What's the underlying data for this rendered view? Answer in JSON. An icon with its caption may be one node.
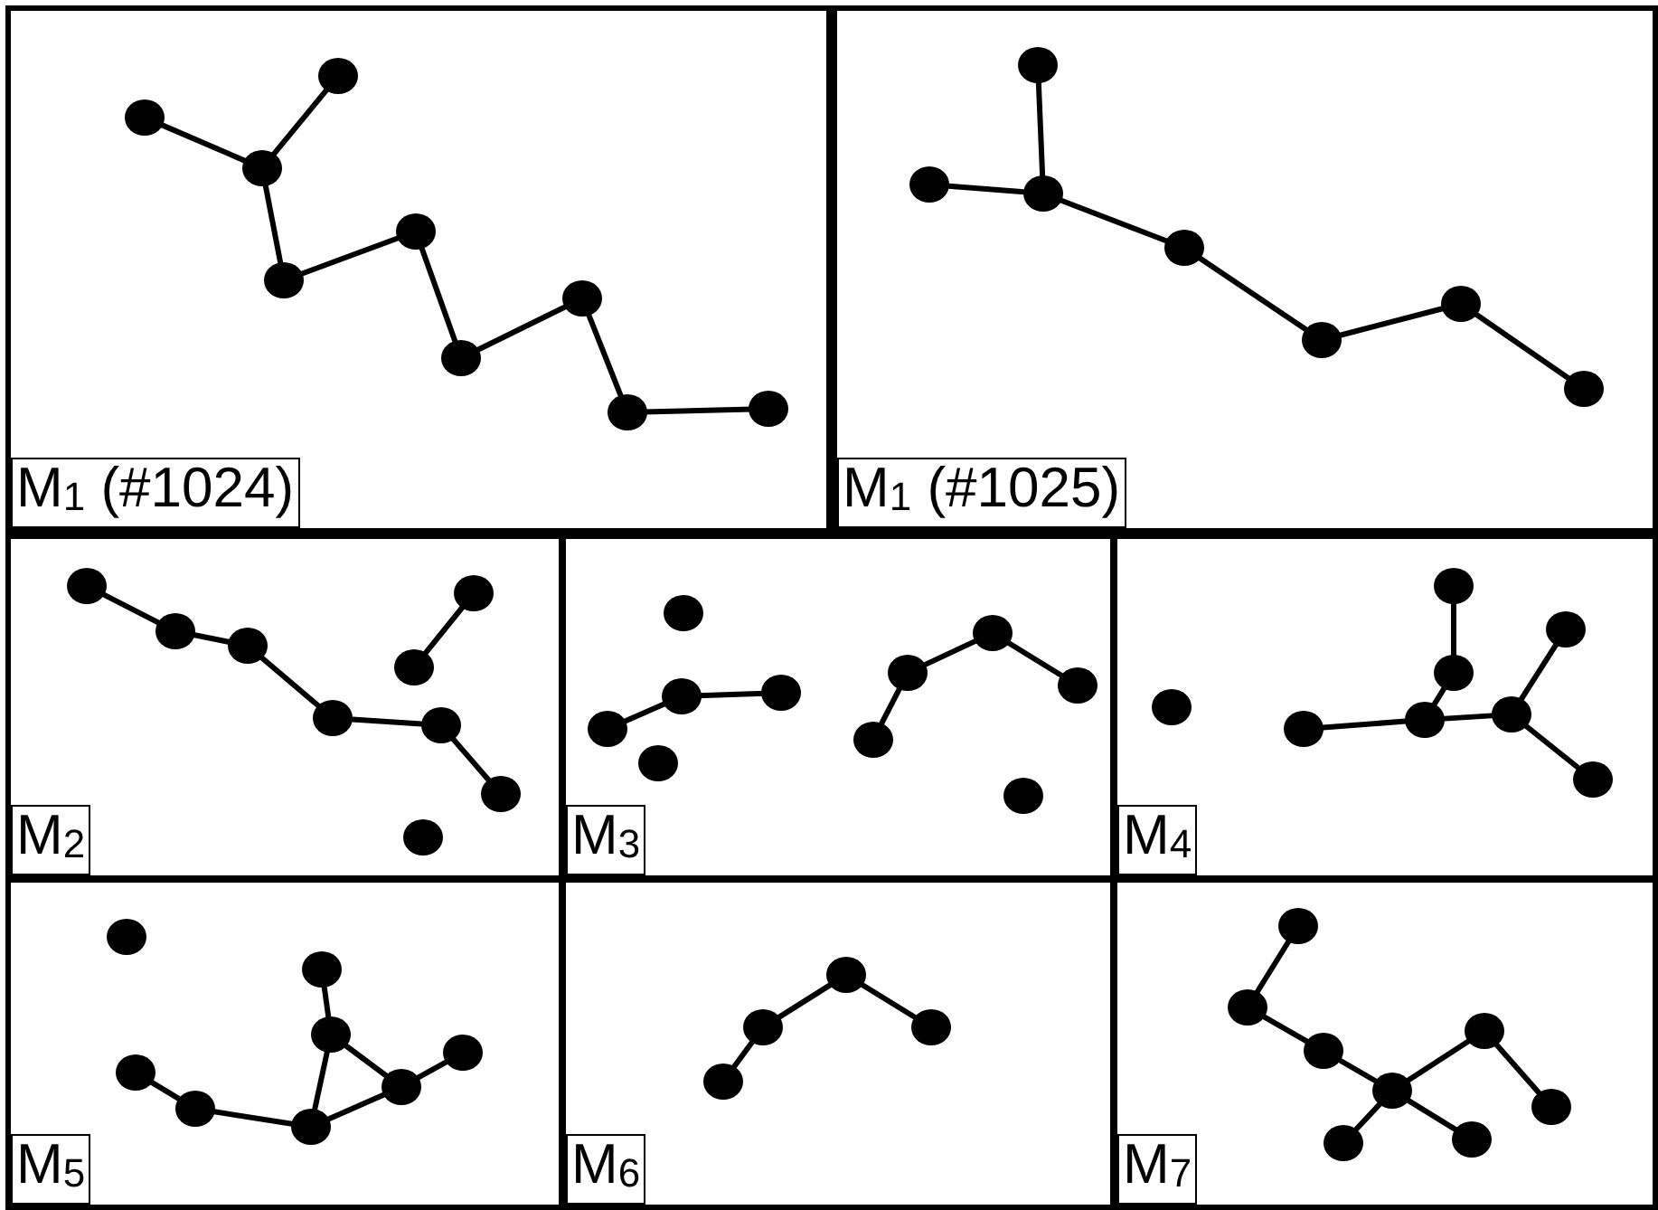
{
  "diagram": {
    "nodes": [
      {
        "text": [
          "M$_{1}$ (#1024)"
        ]
      },
      {
        "text": [],
        "shape": "circle",
        "in": 0
      },
      {
        "text": [],
        "shape": "circle",
        "in": 0
      },
      {
        "text": [],
        "shape": "circle",
        "in": 0
      },
      {
        "text": [],
        "shape": "circle",
        "in": 0
      },
      {
        "text": [],
        "shape": "circle",
        "in": 0
      },
      {
        "text": [],
        "shape": "circle",
        "in": 0
      },
      {
        "text": [],
        "shape": "circle",
        "in": 0
      },
      {
        "text": [],
        "shape": "circle",
        "in": 0
      },
      {
        "text": [],
        "shape": "circle",
        "in": 0
      },
      {
        "text": [
          "M$_{1}$ (#1025)"
        ]
      },
      {
        "text": [],
        "shape": "circle",
        "in": 10
      },
      {
        "text": [],
        "shape": "circle",
        "in": 10
      },
      {
        "text": [],
        "shape": "circle",
        "in": 10
      },
      {
        "text": [],
        "shape": "circle",
        "in": 10
      },
      {
        "text": [],
        "shape": "circle",
        "in": 10
      },
      {
        "text": [],
        "shape": "circle",
        "in": 10
      },
      {
        "text": [],
        "shape": "circle",
        "in": 10
      },
      {
        "text": [
          "M$_{2}$"
        ]
      },
      {
        "text": [],
        "shape": "circle",
        "in": 18
      },
      {
        "text": [],
        "shape": "circle",
        "in": 18
      },
      {
        "text": [],
        "shape": "circle",
        "in": 18
      },
      {
        "text": [],
        "shape": "circle",
        "in": 18
      },
      {
        "text": [],
        "shape": "circle",
        "in": 18
      },
      {
        "text": [],
        "shape": "circle",
        "in": 18
      },
      {
        "text": [],
        "shape": "circle",
        "in": 18
      },
      {
        "text": [],
        "shape": "circle",
        "in": 18
      },
      {
        "text": [],
        "shape": "circle",
        "in": 18
      },
      {
        "text": [
          "M$_{3}$"
        ]
      },
      {
        "text": [],
        "shape": "circle",
        "in": 28
      },
      {
        "text": [],
        "shape": "circle",
        "in": 28
      },
      {
        "text": [],
        "shape": "circle",
        "in": 28
      },
      {
        "text": [],
        "shape": "circle",
        "in": 28
      },
      {
        "text": [],
        "shape": "circle",
        "in": 28
      },
      {
        "text": [],
        "shape": "circle",
        "in": 28
      },
      {
        "text": [],
        "shape": "circle",
        "in": 28
      },
      {
        "text": [],
        "shape": "circle",
        "in": 28
      },
      {
        "text": [],
        "shape": "circle",
        "in": 28
      },
      {
        "text": [],
        "shape": "circle",
        "in": 28
      },
      {
        "text": [
          "M$_{4}$"
        ]
      },
      {
        "text": [],
        "shape": "circle",
        "in": 39
      },
      {
        "text": [],
        "shape": "circle",
        "in": 39
      },
      {
        "text": [],
        "shape": "circle",
        "in": 39
      },
      {
        "text": [],
        "shape": "circle",
        "in": 39
      },
      {
        "text": [],
        "shape": "circle",
        "in": 39
      },
      {
        "text": [],
        "shape": "circle",
        "in": 39
      },
      {
        "text": [],
        "shape": "circle",
        "in": 39
      },
      {
        "text": [],
        "shape": "circle",
        "in": 39
      },
      {
        "text": [
          "M$_{5}$"
        ]
      },
      {
        "text": [],
        "shape": "circle",
        "in": 48
      },
      {
        "text": [],
        "shape": "circle",
        "in": 48
      },
      {
        "text": [],
        "shape": "circle",
        "in": 48
      },
      {
        "text": [],
        "shape": "circle",
        "in": 48
      },
      {
        "text": [],
        "shape": "circle",
        "in": 48
      },
      {
        "text": [],
        "shape": "circle",
        "in": 48
      },
      {
        "text": [],
        "shape": "circle",
        "in": 48
      },
      {
        "text": [],
        "shape": "circle",
        "in": 48
      },
      {
        "text": [
          "M$_{6}$"
        ]
      },
      {
        "text": [],
        "shape": "circle",
        "in": 57
      },
      {
        "text": [],
        "shape": "circle",
        "in": 57
      },
      {
        "text": [],
        "shape": "circle",
        "in": 57
      },
      {
        "text": [],
        "shape": "circle",
        "in": 57
      },
      {
        "text": [
          "M$_{7}$"
        ]
      },
      {
        "text": [],
        "shape": "circle",
        "in": 62
      },
      {
        "text": [],
        "shape": "circle",
        "in": 62
      },
      {
        "text": [],
        "shape": "circle",
        "in": 62
      },
      {
        "text": [],
        "shape": "circle",
        "in": 62
      },
      {
        "text": [],
        "shape": "circle",
        "in": 62
      },
      {
        "text": [],
        "shape": "circle",
        "in": 62
      },
      {
        "text": [],
        "shape": "circle",
        "in": 62
      },
      {
        "text": [],
        "shape": "circle",
        "in": 62
      }
    ],
    "edges": [
      {
        "from": 1,
        "to": 3,
        "arrow": "none"
      },
      {
        "from": 2,
        "to": 3,
        "arrow": "none"
      },
      {
        "from": 3,
        "to": 4,
        "arrow": "none"
      },
      {
        "from": 4,
        "to": 5,
        "arrow": "none"
      },
      {
        "from": 5,
        "to": 6,
        "arrow": "none"
      },
      {
        "from": 6,
        "to": 7,
        "arrow": "none"
      },
      {
        "from": 7,
        "to": 8,
        "arrow": "none"
      },
      {
        "from": 8,
        "to": 9,
        "arrow": "none"
      },
      {
        "from": 11,
        "to": 13,
        "arrow": "none"
      },
      {
        "from": 12,
        "to": 13,
        "arrow": "none"
      },
      {
        "from": 13,
        "to": 14,
        "arrow": "none"
      },
      {
        "from": 14,
        "to": 15,
        "arrow": "none"
      },
      {
        "from": 15,
        "to": 16,
        "arrow": "none"
      },
      {
        "from": 16,
        "to": 17,
        "arrow": "none"
      },
      {
        "from": 19,
        "to": 20,
        "arrow": "none"
      },
      {
        "from": 20,
        "to": 21,
        "arrow": "none"
      },
      {
        "from": 21,
        "to": 22,
        "arrow": "none"
      },
      {
        "from": 22,
        "to": 23,
        "arrow": "none"
      },
      {
        "from": 23,
        "to": 24,
        "arrow": "none"
      },
      {
        "from": 25,
        "to": 26,
        "arrow": "none"
      },
      {
        "from": 30,
        "to": 31,
        "arrow": "none"
      },
      {
        "from": 31,
        "to": 32,
        "arrow": "none"
      },
      {
        "from": 34,
        "to": 35,
        "arrow": "none"
      },
      {
        "from": 35,
        "to": 36,
        "arrow": "none"
      },
      {
        "from": 36,
        "to": 37,
        "arrow": "none"
      },
      {
        "from": 41,
        "to": 42,
        "arrow": "none"
      },
      {
        "from": 42,
        "to": 45,
        "arrow": "none"
      },
      {
        "from": 43,
        "to": 44,
        "arrow": "none"
      },
      {
        "from": 44,
        "to": 42,
        "arrow": "none"
      },
      {
        "from": 45,
        "to": 46,
        "arrow": "none"
      },
      {
        "from": 45,
        "to": 47,
        "arrow": "none"
      },
      {
        "from": 50,
        "to": 51,
        "arrow": "none"
      },
      {
        "from": 51,
        "to": 54,
        "arrow": "none"
      },
      {
        "from": 51,
        "to": 55,
        "arrow": "none"
      },
      {
        "from": 52,
        "to": 53,
        "arrow": "none"
      },
      {
        "from": 53,
        "to": 54,
        "arrow": "none"
      },
      {
        "from": 54,
        "to": 55,
        "arrow": "none"
      },
      {
        "from": 55,
        "to": 56,
        "arrow": "none"
      },
      {
        "from": 58,
        "to": 59,
        "arrow": "none"
      },
      {
        "from": 59,
        "to": 60,
        "arrow": "none"
      },
      {
        "from": 60,
        "to": 61,
        "arrow": "none"
      },
      {
        "from": 63,
        "to": 64,
        "arrow": "none"
      },
      {
        "from": 64,
        "to": 65,
        "arrow": "none"
      },
      {
        "from": 65,
        "to": 66,
        "arrow": "none"
      },
      {
        "from": 66,
        "to": 67,
        "arrow": "none"
      },
      {
        "from": 67,
        "to": 68,
        "arrow": "none"
      },
      {
        "from": 69,
        "to": 66,
        "arrow": "none"
      },
      {
        "from": 66,
        "to": 70,
        "arrow": "none"
      }
    ]
  }
}
